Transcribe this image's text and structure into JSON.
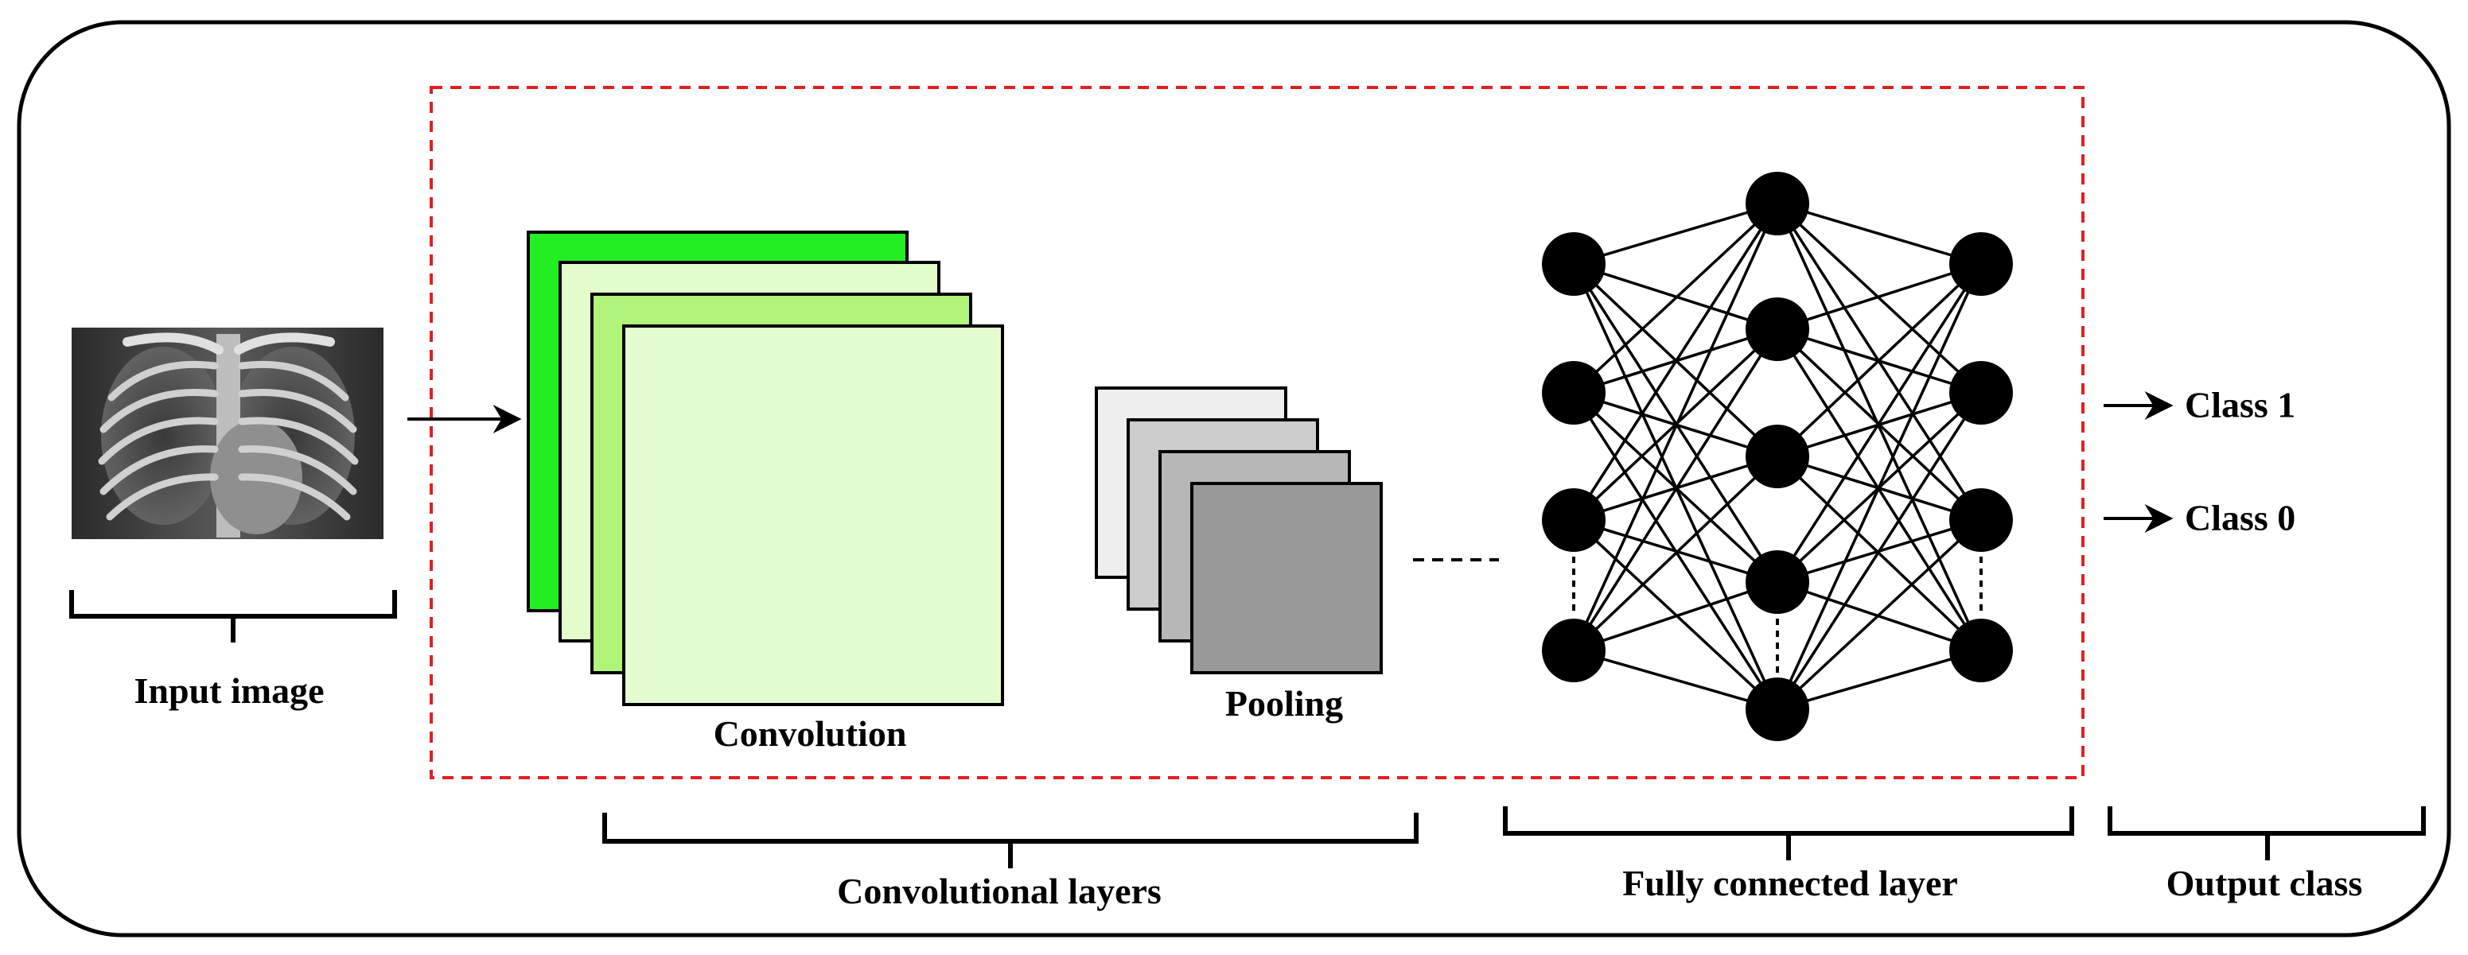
{
  "labels": {
    "input_image": "Input image",
    "convolution": "Convolution",
    "pooling": "Pooling",
    "convolutional_layers": "Convolutional layers",
    "fully_connected_layer": "Fully connected layer",
    "output_class": "Output class",
    "class_1": "Class 1",
    "class_0": "Class 0"
  },
  "network": {
    "layer_sizes_visible": [
      4,
      5,
      4
    ]
  },
  "colors": {
    "outline": "#000000",
    "dashed_region": "#e02020",
    "conv_fill_1": "#22ee22",
    "conv_fill_2": "#e2fccc",
    "conv_fill_3": "#b0f57a",
    "conv_fill_4": "#e4fdd0",
    "pool_fill_1": "#eeeeee",
    "pool_fill_2": "#cccccc",
    "pool_fill_3": "#b7b7b7",
    "pool_fill_4": "#999999",
    "neuron": "#000000"
  },
  "icons": {
    "input": "chest-xray-image"
  }
}
